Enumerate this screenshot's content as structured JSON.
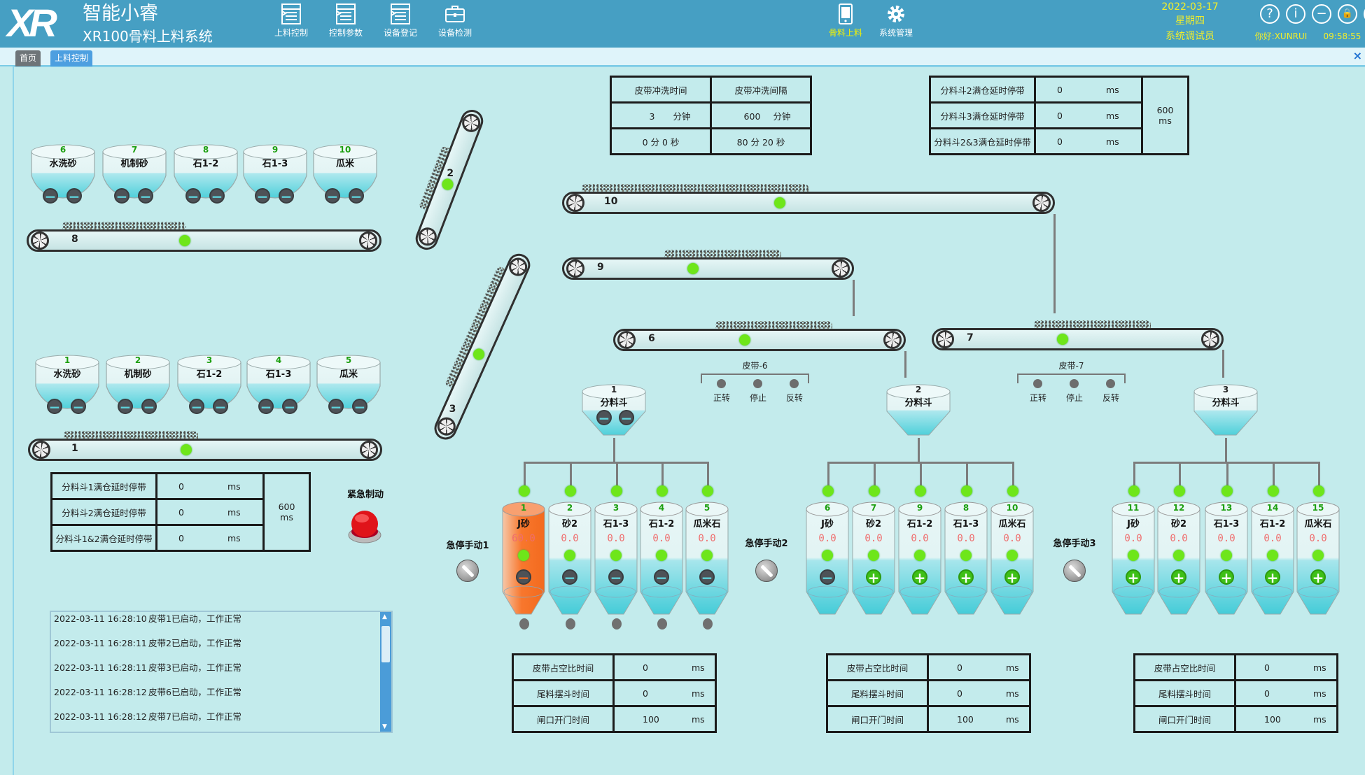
{
  "header": {
    "logo": "XR",
    "title": "智能小睿",
    "subtitle": "XR100骨料上料系统",
    "nav": [
      {
        "label": "上料控制",
        "icon": "document-icon"
      },
      {
        "label": "控制参数",
        "icon": "document-icon"
      },
      {
        "label": "设备登记",
        "icon": "document-icon"
      },
      {
        "label": "设备检测",
        "icon": "toolbox-icon"
      }
    ],
    "nav_right": [
      {
        "label": "骨料上料",
        "icon": "tablet-icon",
        "active": true
      },
      {
        "label": "系统管理",
        "icon": "gear-icon",
        "active": false
      }
    ],
    "date": "2022-03-17",
    "weekday": "星期四",
    "role": "系统调试员",
    "greeting": "你好:XUNRUI",
    "time": "09:58:55",
    "icons": [
      "help-icon",
      "info-icon",
      "minimize-icon",
      "lock-icon",
      "power-icon"
    ],
    "accent_color": "#469fc3",
    "active_color": "#f5f200"
  },
  "tabs": [
    {
      "label": "首页",
      "color": "#6e7478"
    },
    {
      "label": "上料控制",
      "color": "#4d9fe0"
    }
  ],
  "tab_close": "×",
  "hoppers_upper": [
    {
      "num": "6",
      "name": "水洗砂"
    },
    {
      "num": "7",
      "name": "机制砂"
    },
    {
      "num": "8",
      "name": "石1-2"
    },
    {
      "num": "9",
      "name": "石1-3"
    },
    {
      "num": "10",
      "name": "瓜米"
    }
  ],
  "hoppers_lower": [
    {
      "num": "1",
      "name": "水洗砂"
    },
    {
      "num": "2",
      "name": "机制砂"
    },
    {
      "num": "3",
      "name": "石1-2"
    },
    {
      "num": "4",
      "name": "石1-3"
    },
    {
      "num": "5",
      "name": "瓜米"
    }
  ],
  "belts": {
    "b8": "8",
    "b1": "1",
    "b2": "2",
    "b3": "3",
    "b10": "10",
    "b9": "9",
    "b6": "6",
    "b7": "7"
  },
  "wash_table": {
    "headers": [
      "皮带冲洗时间",
      "皮带冲洗间隔"
    ],
    "setting": [
      {
        "value": "3",
        "unit": "分钟"
      },
      {
        "value": "600",
        "unit": "分钟"
      }
    ],
    "remaining": [
      "0 分 0 秒",
      "80 分 20 秒"
    ]
  },
  "delay_table_right": {
    "rows": [
      {
        "label": "分料斗2满仓延时停带",
        "value": "0",
        "unit": "ms"
      },
      {
        "label": "分料斗3满仓延时停带",
        "value": "0",
        "unit": "ms"
      },
      {
        "label": "分料斗2&3满仓延时停带",
        "value": "0",
        "unit": "ms"
      }
    ],
    "total": "600",
    "total_unit": "ms"
  },
  "delay_table_left": {
    "rows": [
      {
        "label": "分料斗1满仓延时停带",
        "value": "0",
        "unit": "ms"
      },
      {
        "label": "分料斗2满仓延时停带",
        "value": "0",
        "unit": "ms"
      },
      {
        "label": "分料斗1&2满仓延时停带",
        "value": "0",
        "unit": "ms"
      }
    ],
    "total": "600",
    "total_unit": "ms"
  },
  "emergency_brake": "紧急制动",
  "splitters": [
    {
      "num": "1",
      "name": "分料斗"
    },
    {
      "num": "2",
      "name": "分料斗"
    },
    {
      "num": "3",
      "name": "分料斗"
    }
  ],
  "belt_controls": [
    {
      "title": "皮带-6",
      "options": [
        "正转",
        "停止",
        "反转"
      ]
    },
    {
      "title": "皮带-7",
      "options": [
        "正转",
        "停止",
        "反转"
      ]
    }
  ],
  "estops": [
    "急停手动1",
    "急停手动2",
    "急停手动3"
  ],
  "tube_groups": [
    [
      {
        "num": "1",
        "name": "J砂",
        "value": "60.0",
        "button": "minus",
        "active": true
      },
      {
        "num": "2",
        "name": "砂2",
        "value": "0.0",
        "button": "minus"
      },
      {
        "num": "3",
        "name": "石1-3",
        "value": "0.0",
        "button": "minus"
      },
      {
        "num": "4",
        "name": "石1-2",
        "value": "0.0",
        "button": "minus"
      },
      {
        "num": "5",
        "name": "瓜米石",
        "value": "0.0",
        "button": "minus"
      }
    ],
    [
      {
        "num": "6",
        "name": "J砂",
        "value": "0.0",
        "button": "minus"
      },
      {
        "num": "7",
        "name": "砂2",
        "value": "0.0",
        "button": "plus"
      },
      {
        "num": "9",
        "name": "石1-2",
        "value": "0.0",
        "button": "plus"
      },
      {
        "num": "8",
        "name": "石1-3",
        "value": "0.0",
        "button": "plus"
      },
      {
        "num": "10",
        "name": "瓜米石",
        "value": "0.0",
        "button": "plus"
      }
    ],
    [
      {
        "num": "11",
        "name": "J砂",
        "value": "0.0",
        "button": "plus"
      },
      {
        "num": "12",
        "name": "砂2",
        "value": "0.0",
        "button": "plus"
      },
      {
        "num": "13",
        "name": "石1-3",
        "value": "0.0",
        "button": "plus"
      },
      {
        "num": "14",
        "name": "石1-2",
        "value": "0.0",
        "button": "plus"
      },
      {
        "num": "15",
        "name": "瓜米石",
        "value": "0.0",
        "button": "plus"
      }
    ]
  ],
  "timing_tables": [
    [
      {
        "label": "皮带占空比时间",
        "value": "0",
        "unit": "ms"
      },
      {
        "label": "尾料摆斗时间",
        "value": "0",
        "unit": "ms"
      },
      {
        "label": "闸口开门时间",
        "value": "100",
        "unit": "ms"
      }
    ],
    [
      {
        "label": "皮带占空比时间",
        "value": "0",
        "unit": "ms"
      },
      {
        "label": "尾料摆斗时间",
        "value": "0",
        "unit": "ms"
      },
      {
        "label": "闸口开门时间",
        "value": "100",
        "unit": "ms"
      }
    ],
    [
      {
        "label": "皮带占空比时间",
        "value": "0",
        "unit": "ms"
      },
      {
        "label": "尾料摆斗时间",
        "value": "0",
        "unit": "ms"
      },
      {
        "label": "闸口开门时间",
        "value": "100",
        "unit": "ms"
      }
    ]
  ],
  "log": [
    {
      "time": "2022-03-11 16:28:10",
      "msg": "皮带1已启动，工作正常"
    },
    {
      "time": "2022-03-11 16:28:11",
      "msg": "皮带2已启动，工作正常"
    },
    {
      "time": "2022-03-11 16:28:11",
      "msg": "皮带3已启动，工作正常"
    },
    {
      "time": "2022-03-11 16:28:12",
      "msg": "皮带6已启动，工作正常"
    },
    {
      "time": "2022-03-11 16:28:12",
      "msg": "皮带7已启动，工作正常"
    }
  ]
}
